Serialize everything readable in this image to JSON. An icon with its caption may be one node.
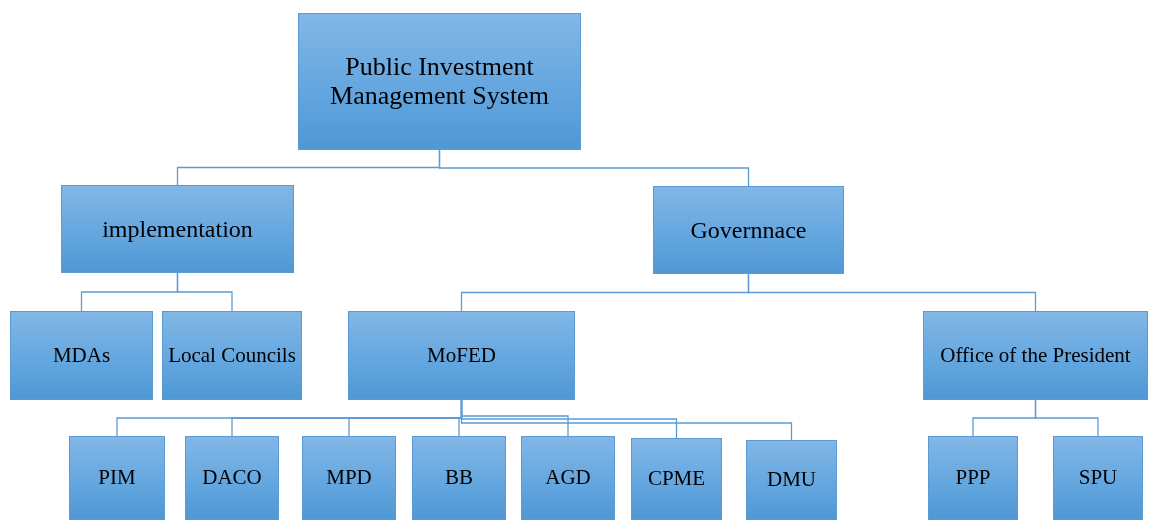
{
  "diagram": {
    "nodes": [
      {
        "text": [
          "Public Investment Management System"
        ]
      },
      {
        "text": [
          "implementation"
        ]
      },
      {
        "text": [
          "Governnace"
        ]
      },
      {
        "text": [
          "MDAs"
        ]
      },
      {
        "text": [
          "Local Councils"
        ]
      },
      {
        "text": [
          "MoFED"
        ]
      },
      {
        "text": [
          "Office of the President"
        ]
      },
      {
        "text": [
          "PIM"
        ]
      },
      {
        "text": [
          "DACO"
        ]
      },
      {
        "text": [
          "MPD"
        ]
      },
      {
        "text": [
          "BB"
        ]
      },
      {
        "text": [
          "AGD"
        ]
      },
      {
        "text": [
          "CPME"
        ]
      },
      {
        "text": [
          "DMU"
        ]
      },
      {
        "text": [
          "PPP"
        ]
      },
      {
        "text": [
          "SPU"
        ]
      }
    ],
    "edges": [
      {
        "from": 0,
        "to": 1,
        "arrow": "none"
      },
      {
        "from": 0,
        "to": 2,
        "arrow": "none"
      },
      {
        "from": 1,
        "to": 3,
        "arrow": "none"
      },
      {
        "from": 1,
        "to": 4,
        "arrow": "none"
      },
      {
        "from": 2,
        "to": 5,
        "arrow": "none"
      },
      {
        "from": 2,
        "to": 6,
        "arrow": "none"
      },
      {
        "from": 5,
        "to": 7,
        "arrow": "none"
      },
      {
        "from": 5,
        "to": 8,
        "arrow": "none"
      },
      {
        "from": 5,
        "to": 9,
        "arrow": "none"
      },
      {
        "from": 5,
        "to": 10,
        "arrow": "none"
      },
      {
        "from": 5,
        "to": 11,
        "arrow": "none"
      },
      {
        "from": 5,
        "to": 12,
        "arrow": "none"
      },
      {
        "from": 5,
        "to": 13,
        "arrow": "none"
      },
      {
        "from": 6,
        "to": 14,
        "arrow": "none"
      },
      {
        "from": 6,
        "to": 15,
        "arrow": "none"
      }
    ]
  }
}
